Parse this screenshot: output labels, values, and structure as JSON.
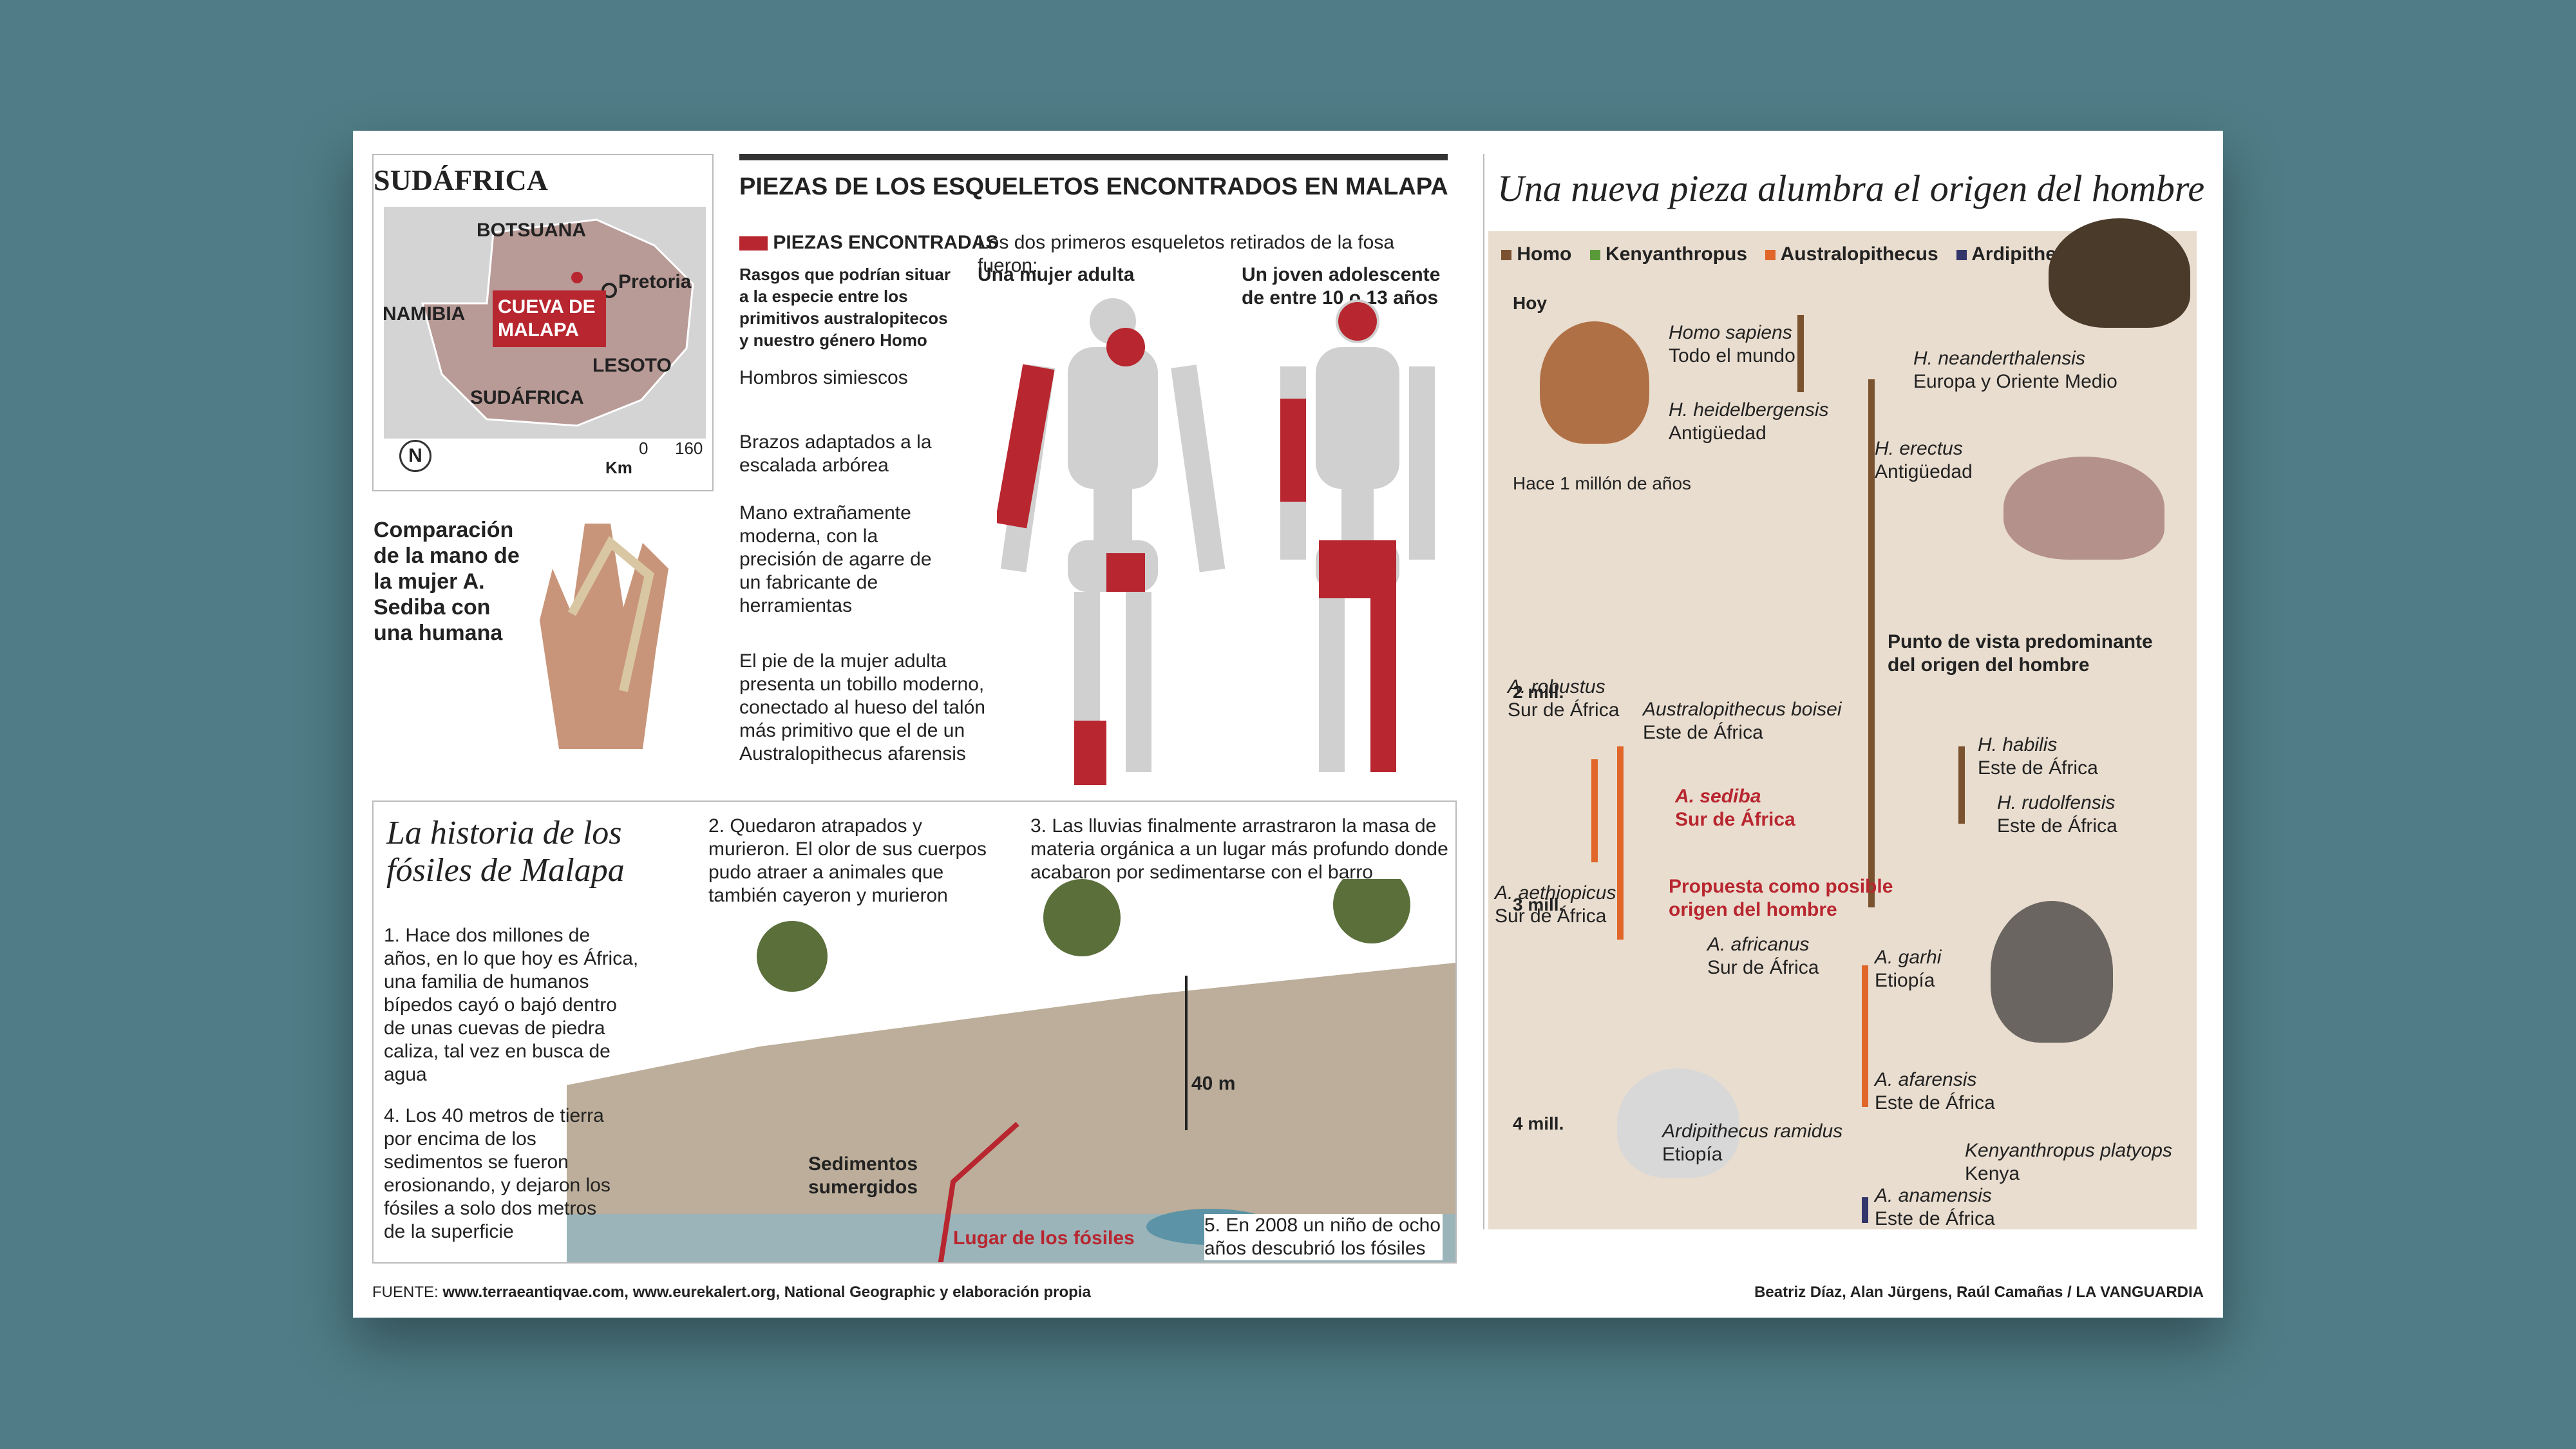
{
  "map": {
    "title": "SUDÁFRICA",
    "labels": [
      "BOTSUANA",
      "NAMIBIA",
      "SUDÁFRICA",
      "LESOTO"
    ],
    "city": "Pretoria",
    "cave": "CUEVA DE MALAPA",
    "north": "N",
    "scale_unit": "Km",
    "scale_zero": "0",
    "scale_max": "160"
  },
  "hand": {
    "caption": "Comparación de la mano de la mujer A. Sediba con una humana"
  },
  "skeleton": {
    "title": "PIEZAS DE LOS ESQUELETOS ENCONTRADOS EN MALAPA",
    "legend": "PIEZAS ENCONTRADAS",
    "intro": "Los dos primeros esqueletos retirados de la fosa fueron:",
    "adult": "Una mujer adulta",
    "teen": "Un joven adolescente de entre 10 o 13 años",
    "traits": "Rasgos que podrían situar a la especie entre los primitivos australopitecos y nuestro género Homo",
    "notes": [
      "Hombros simiescos",
      "Brazos adaptados a la escalada arbórea",
      "Mano extrañamente moderna, con la precisión de agarre de un fabricante de herramientas",
      "El pie de la mujer adulta presenta un tobillo moderno, conectado al hueso del talón más primitivo que el de un Australopithecus afarensis"
    ]
  },
  "story": {
    "title": "La historia de los fósiles de Malapa",
    "steps": [
      "1. Hace dos millones de años, en lo que hoy es África, una familia de humanos bípedos cayó o bajó dentro de unas cuevas de piedra caliza, tal vez en busca de agua",
      "2. Quedaron atrapados y murieron. El olor de sus cuerpos pudo atraer a animales que también cayeron y murieron",
      "3. Las lluvias finalmente arrastraron la masa de materia orgánica a un lugar más profundo donde acabaron por sedimentarse con el barro",
      "4. Los 40 metros de tierra por encima de los sedimentos se fueron erosionando, y dejaron los fósiles a solo dos metros de la superficie",
      "5. En 2008 un niño de ocho años descubrió los fósiles"
    ],
    "depth": "40 m",
    "sediment": "Sedimentos sumergidos",
    "site": "Lugar de los fósiles"
  },
  "timeline": {
    "title": "Una nueva pieza alumbra el origen del hombre",
    "legend": [
      {
        "label": "Homo",
        "color": "#7a5230"
      },
      {
        "label": "Kenyanthropus",
        "color": "#5a9a3a"
      },
      {
        "label": "Australopithecus",
        "color": "#e0662a"
      },
      {
        "label": "Ardipithecus",
        "color": "#33366b"
      }
    ],
    "ticks": [
      "Hoy",
      "Hace 1 millón de años",
      "2 mill.",
      "3 mill.",
      "4 mill."
    ],
    "species": [
      {
        "name": "Homo sapiens",
        "place": "Todo el mundo"
      },
      {
        "name": "H. neanderthalensis",
        "place": "Europa y Oriente Medio"
      },
      {
        "name": "H. heidelbergensis",
        "place": "Antigüedad"
      },
      {
        "name": "H. erectus",
        "place": "Antigüedad"
      },
      {
        "name": "A. robustus",
        "place": "Sur de África"
      },
      {
        "name": "Australopithecus boisei",
        "place": "Este de África"
      },
      {
        "name": "H. habilis",
        "place": "Este de África"
      },
      {
        "name": "H. rudolfensis",
        "place": "Este de África"
      },
      {
        "name": "A. sediba",
        "place": "Sur de África"
      },
      {
        "name": "A. aethiopicus",
        "place": "Sur de África"
      },
      {
        "name": "A. africanus",
        "place": "Sur de África"
      },
      {
        "name": "A. garhi",
        "place": "Etiopía"
      },
      {
        "name": "A. afarensis",
        "place": "Este de África"
      },
      {
        "name": "Kenyanthropus platyops",
        "place": "Kenya"
      },
      {
        "name": "A. anamensis",
        "place": "Este de África"
      },
      {
        "name": "Ardipithecus ramidus",
        "place": "Etiopía"
      }
    ],
    "view": "Punto de vista predominante del origen del hombre",
    "proposal": "Propuesta como posible origen del hombre"
  },
  "footer": {
    "source_label": "FUENTE:",
    "source": "www.terraeantiqvae.com, www.eurekalert.org, National Geographic y elaboración propia",
    "credit": "Beatriz Díaz, Alan Jürgens, Raúl Camañas / LA VANGUARDIA"
  }
}
